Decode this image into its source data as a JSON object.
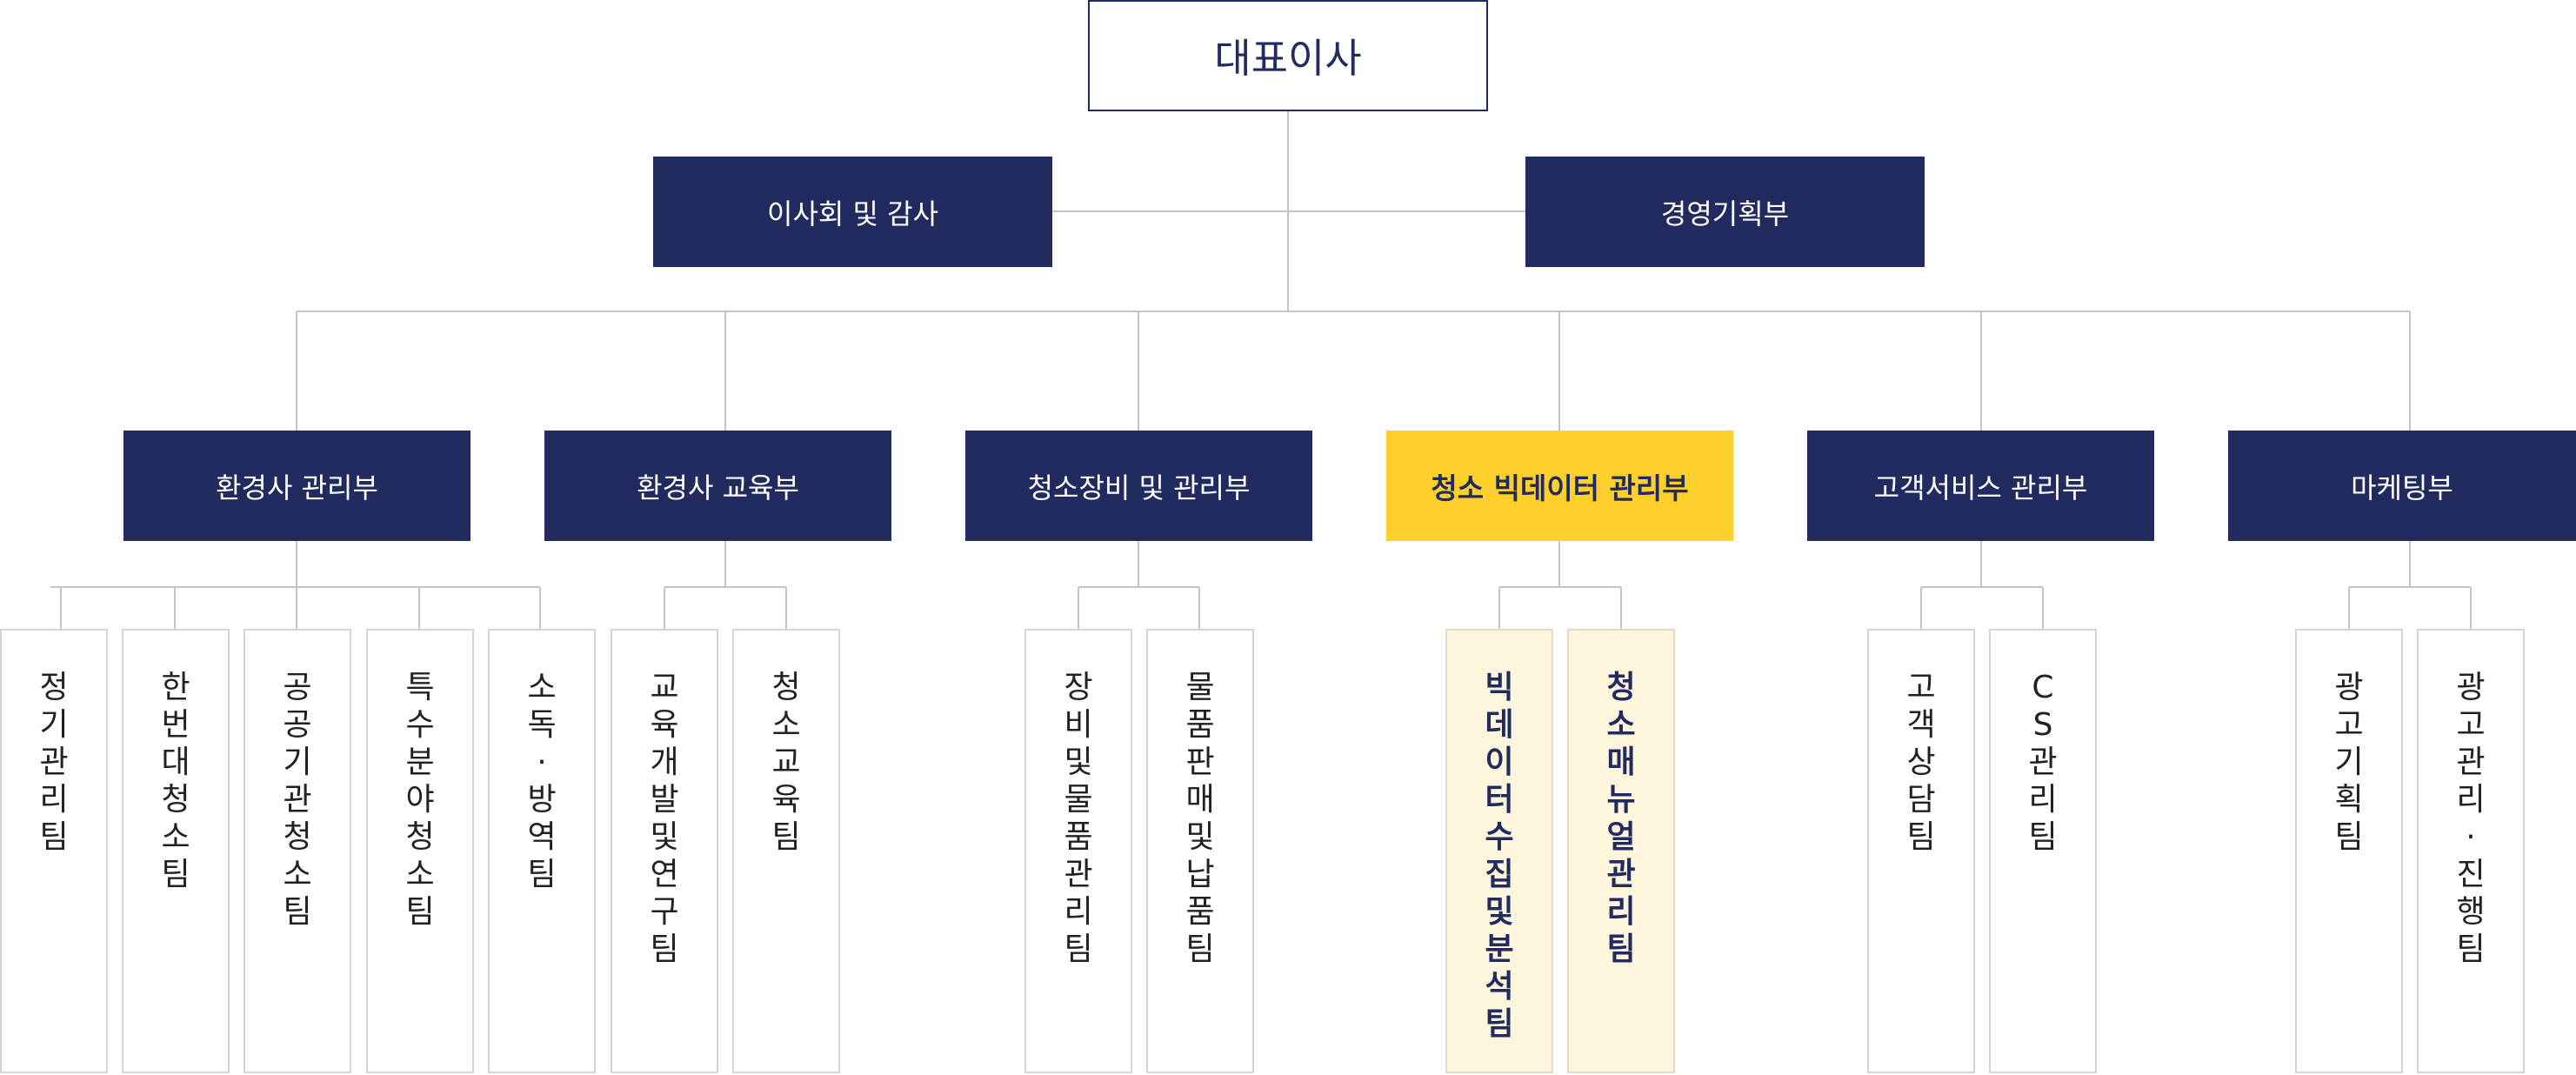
{
  "ceo": "대표이사",
  "staff": {
    "board": "이사회 및 감사",
    "planning": "경영기획부"
  },
  "departments": [
    {
      "name": "환경사 관리부",
      "teams": [
        "정기관리팀",
        "한번대청소팀",
        "공공기관청소팀",
        "특수분야청소팀",
        "소독·방역팀"
      ]
    },
    {
      "name": "환경사 교육부",
      "teams": [
        "교육개발및연구팀",
        "청소교육팀"
      ]
    },
    {
      "name": "청소장비 및 관리부",
      "teams": [
        "장비및물품관리팀",
        "물품판매및납품팀"
      ]
    },
    {
      "name": "청소 빅데이터 관리부",
      "teams": [
        "빅데이터수집및분석팀",
        "청소매뉴얼관리팀"
      ]
    },
    {
      "name": "고객서비스 관리부",
      "teams": [
        "고객상담팀",
        "CS관리팀"
      ]
    },
    {
      "name": "마케팅부",
      "teams": [
        "광고기획팀",
        "광고관리·진행팀"
      ]
    }
  ],
  "colors": {
    "navy": "#222b5f",
    "highlight": "#fdd02c",
    "highlight_team_bg": "#fdf6dc",
    "line": "#c4c4c4"
  }
}
